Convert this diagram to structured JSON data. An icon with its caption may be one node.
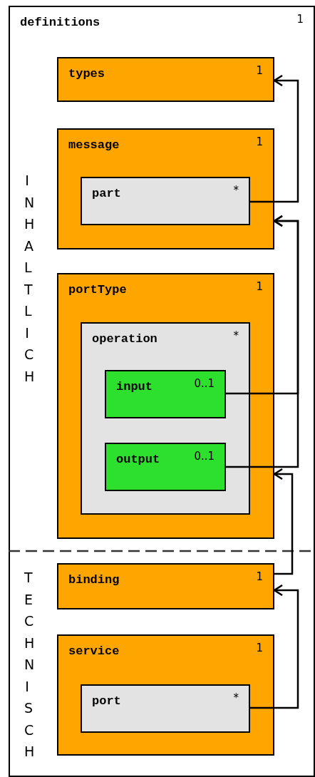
{
  "diagram": {
    "nodes": [
      {
        "text": [
          "definitions",
          "1"
        ]
      },
      {
        "text": [
          "types",
          "1"
        ],
        "in": 0
      },
      {
        "text": [
          "message",
          "1"
        ],
        "in": 0
      },
      {
        "text": [
          "part",
          "*"
        ],
        "in": 2
      },
      {
        "text": [
          "portType",
          "1"
        ],
        "in": 0
      },
      {
        "text": [
          "operation",
          "*"
        ],
        "in": 4
      },
      {
        "text": [
          "input",
          "0..1"
        ],
        "in": 5
      },
      {
        "text": [
          "output",
          "0..1"
        ],
        "in": 5
      },
      {
        "text": [
          "binding",
          "1"
        ],
        "in": 0
      },
      {
        "text": [
          "service",
          "1"
        ],
        "in": 0
      },
      {
        "text": [
          "port",
          "*"
        ],
        "in": 9
      }
    ],
    "edges": [
      {
        "from": 3,
        "to": 1,
        "arrow": "to"
      },
      {
        "from": 6,
        "to": 2,
        "arrow": "to"
      },
      {
        "from": 7,
        "to": 2,
        "arrow": "to"
      },
      {
        "from": 8,
        "to": 4,
        "arrow": "to"
      },
      {
        "from": 10,
        "to": 8,
        "arrow": "to"
      }
    ],
    "labels": [
      "INHALTLICH",
      "TECHNISCH"
    ]
  }
}
